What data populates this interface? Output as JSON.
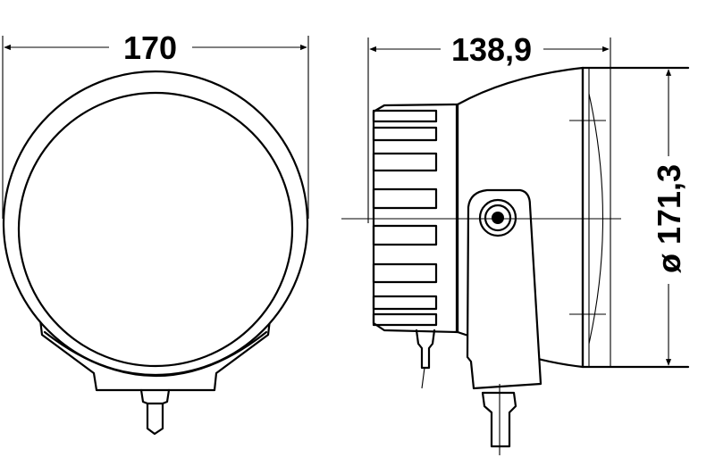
{
  "drawing": {
    "front_view": {
      "width_dimension": "170"
    },
    "side_view": {
      "depth_dimension": "138,9",
      "diameter_dimension": "ø 171,3"
    }
  },
  "colors": {
    "line": "#000000",
    "background": "#ffffff"
  }
}
